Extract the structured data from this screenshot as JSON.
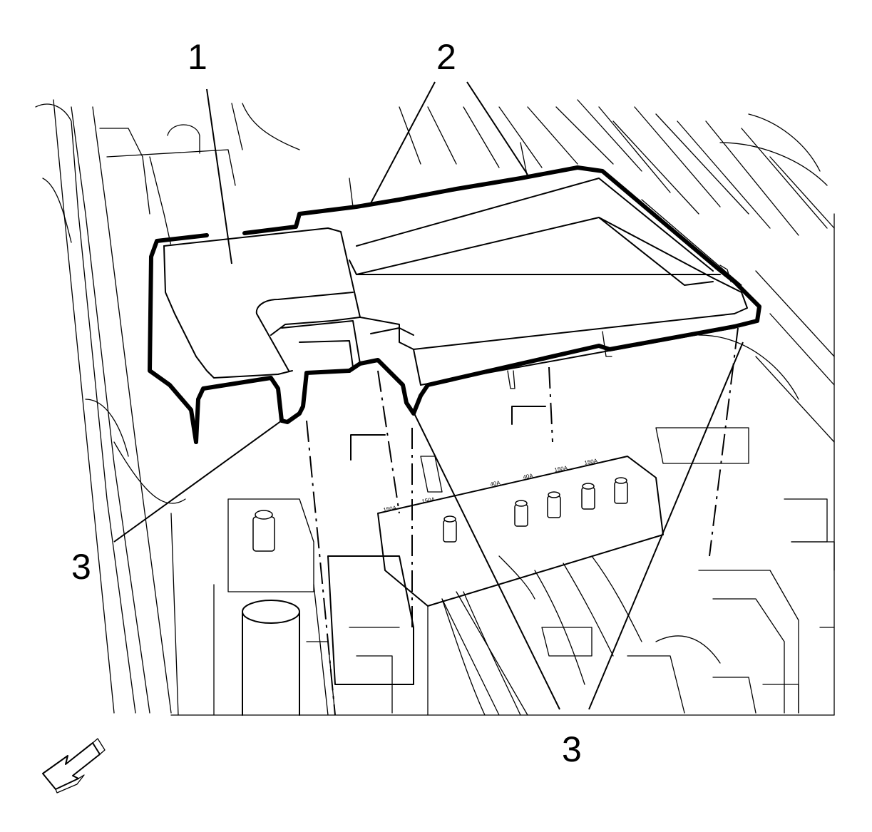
{
  "callouts": {
    "one": "1",
    "two": "2",
    "three_left": "3",
    "three_right": "3"
  },
  "fuse_labels": [
    "150A",
    "150A",
    "40A",
    "40A",
    "150A",
    "150A"
  ],
  "icons": {
    "direction_arrow": "front-direction-arrow-icon"
  }
}
